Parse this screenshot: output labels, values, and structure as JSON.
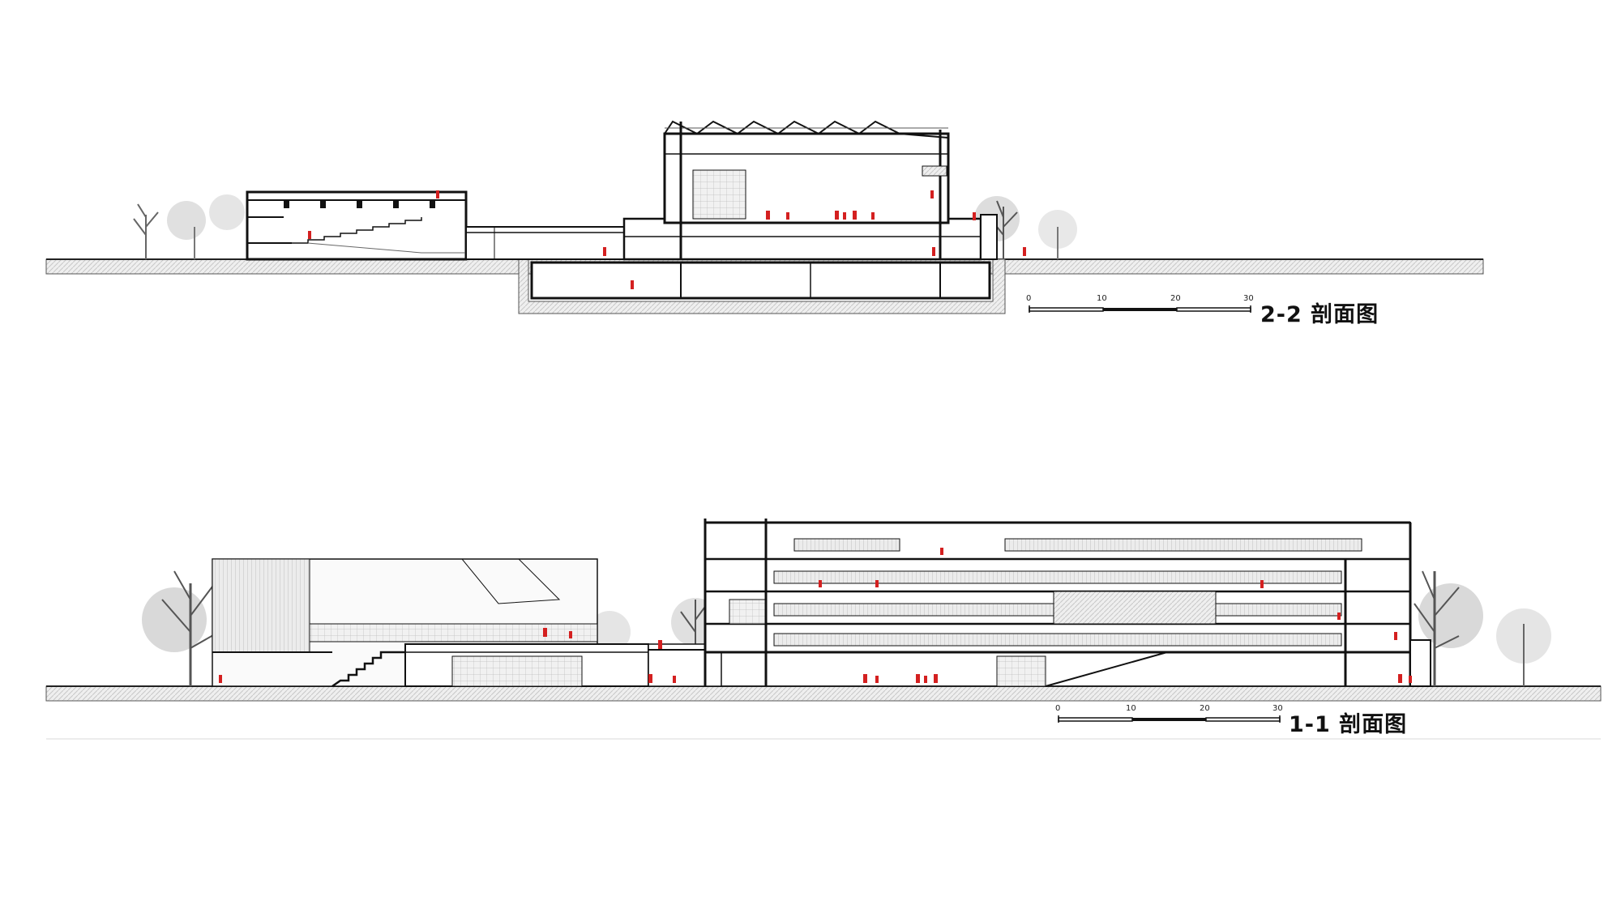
{
  "sections": [
    {
      "id": "section-2-2",
      "title": "2-2 剖面图",
      "scale_ticks": [
        "0",
        "10",
        "20",
        "30"
      ]
    },
    {
      "id": "section-1-1",
      "title": "1-1 剖面图",
      "scale_ticks": [
        "0",
        "10",
        "20",
        "30"
      ]
    }
  ],
  "colors": {
    "line": "#111111",
    "ground": "#e6e6e6",
    "figure": "#d42020",
    "tree": "#8c8c8c",
    "glass": "#dcdcdc"
  }
}
